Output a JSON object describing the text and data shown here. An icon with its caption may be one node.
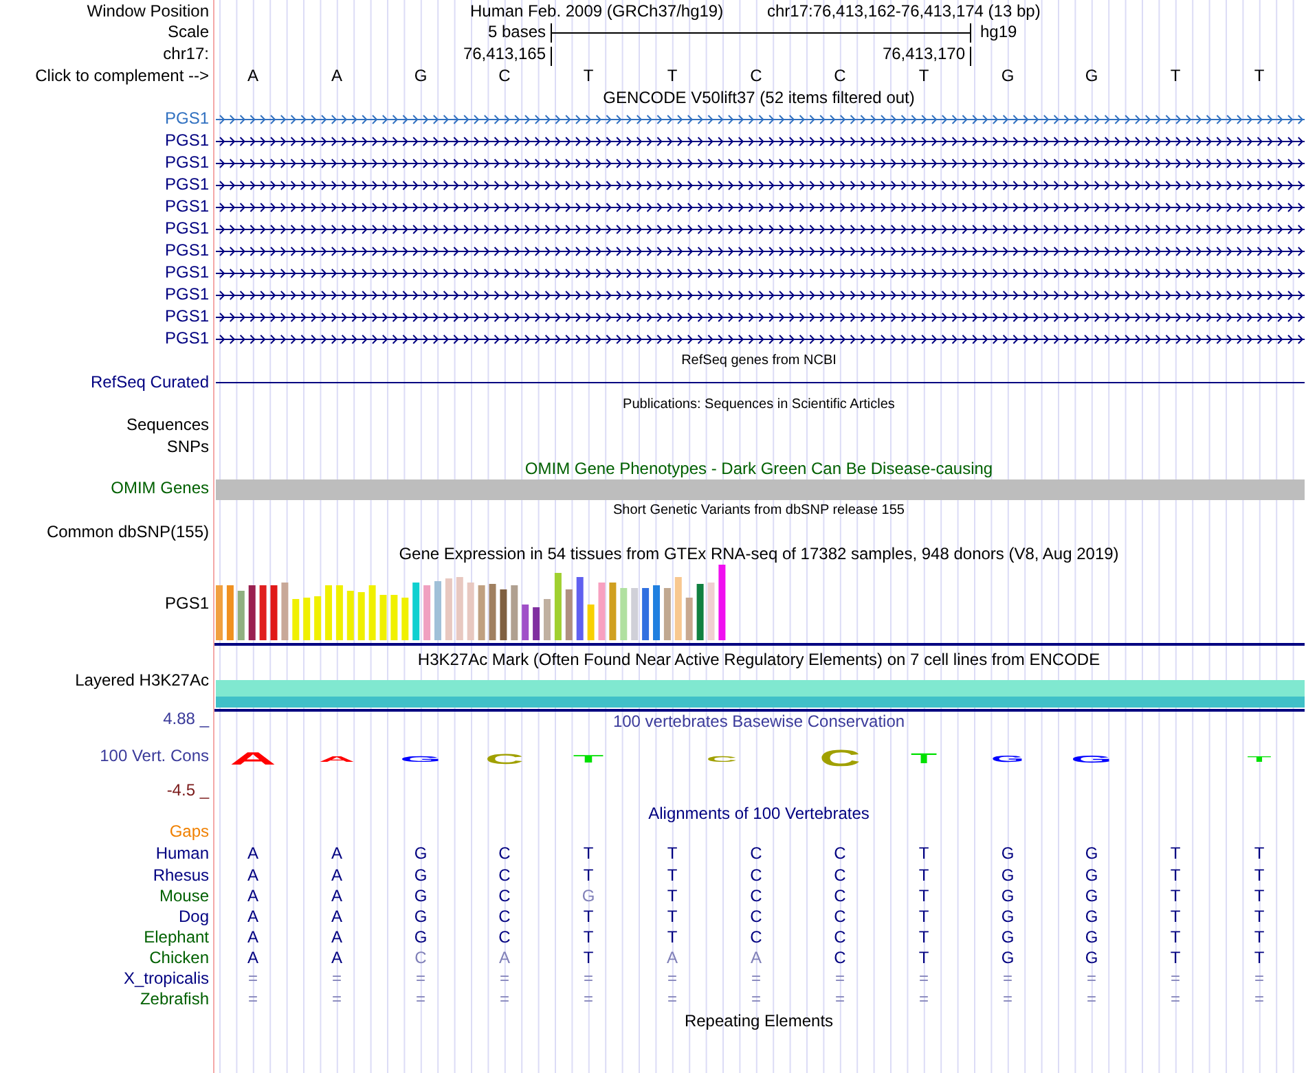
{
  "diagram": {
    "labels": [
      "Window Position",
      "Human Feb. 2009 (GRCh37/hg19)",
      "chr17:76,413,162-76,413,174 (13 bp)",
      "Scale",
      "5 bases",
      "hg19",
      "chr17:",
      "76,413,165",
      "76,413,170",
      "Click to complement -->",
      "A",
      "A",
      "G",
      "C",
      "T",
      "T",
      "C",
      "C",
      "T",
      "G",
      "G",
      "T",
      "T",
      "GENCODE V50lift37 (52 items filtered out)",
      "PGS1",
      "PGS1",
      "PGS1",
      "PGS1",
      "PGS1",
      "PGS1",
      "PGS1",
      "PGS1",
      "PGS1",
      "PGS1",
      "PGS1",
      "RefSeq genes from NCBI",
      "RefSeq Curated",
      "Publications: Sequences in Scientific Articles",
      "Sequences",
      "SNPs",
      "OMIM Gene Phenotypes - Dark Green Can Be Disease-causing",
      "OMIM Genes",
      "Short Genetic Variants from dbSNP release 155",
      "Common dbSNP(155)",
      "Gene Expression in 54 tissues from GTEx RNA-seq of 17382 samples, 948 donors (V8, Aug 2019)",
      "PGS1",
      "H3K27Ac Mark (Often Found Near Active Regulatory Elements) on 7 cell lines from ENCODE",
      "Layered H3K27Ac",
      "4.88 _",
      "100 vertebrates Basewise Conservation",
      "100 Vert. Cons",
      "A",
      "A",
      "G",
      "C",
      "T",
      "C",
      "C",
      "T",
      "G",
      "G",
      "T",
      "-4.5 _",
      "Alignments of 100 Vertebrates",
      "Gaps",
      "Human",
      "A",
      "A",
      "G",
      "C",
      "T",
      "T",
      "C",
      "C",
      "T",
      "G",
      "G",
      "T",
      "T",
      "Rhesus",
      "A",
      "A",
      "G",
      "C",
      "T",
      "T",
      "C",
      "C",
      "T",
      "G",
      "G",
      "T",
      "T",
      "Mouse",
      "A",
      "A",
      "G",
      "C",
      "G",
      "T",
      "C",
      "C",
      "T",
      "G",
      "G",
      "T",
      "T",
      "Dog",
      "A",
      "A",
      "G",
      "C",
      "T",
      "T",
      "C",
      "C",
      "T",
      "G",
      "G",
      "T",
      "T",
      "Elephant",
      "A",
      "A",
      "G",
      "C",
      "T",
      "T",
      "C",
      "C",
      "T",
      "G",
      "G",
      "T",
      "T",
      "Chicken",
      "A",
      "A",
      "C",
      "A",
      "T",
      "A",
      "A",
      "C",
      "T",
      "G",
      "G",
      "T",
      "T",
      "X_tropicalis",
      "=",
      "=",
      "=",
      "=",
      "=",
      "=",
      "=",
      "=",
      "=",
      "=",
      "=",
      "=",
      "=",
      "Zebrafish",
      "=",
      "=",
      "=",
      "=",
      "=",
      "=",
      "=",
      "=",
      "=",
      "=",
      "=",
      "=",
      "=",
      "Repeating Elements"
    ]
  }
}
